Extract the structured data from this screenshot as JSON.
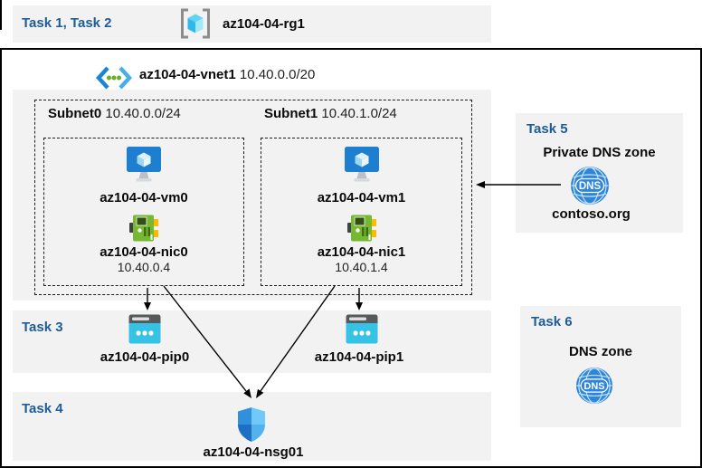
{
  "colors": {
    "task-blue": "#1E5C97",
    "band-gray": "#F2F2F2",
    "azure-blue": "#1E7FD1",
    "cyan": "#35C2E4",
    "nic-green": "#76B832",
    "dns-blue": "#2E86DB"
  },
  "header": {
    "task_label": "Task 1, Task 2",
    "rg_name": "az104-04-rg1"
  },
  "vnet": {
    "name": "az104-04-vnet1",
    "cidr": "10.40.0.0/20"
  },
  "subnets": [
    {
      "name": "Subnet0",
      "cidr": "10.40.0.0/24",
      "vm": "az104-04-vm0",
      "nic": "az104-04-nic0",
      "ip": "10.40.0.4"
    },
    {
      "name": "Subnet1",
      "cidr": "10.40.1.0/24",
      "vm": "az104-04-vm1",
      "nic": "az104-04-nic1",
      "ip": "10.40.1.4"
    }
  ],
  "task3": {
    "label": "Task 3",
    "pip0": "az104-04-pip0",
    "pip1": "az104-04-pip1"
  },
  "task4": {
    "label": "Task 4",
    "nsg": "az104-04-nsg01"
  },
  "task5": {
    "label": "Task 5",
    "title": "Private DNS zone",
    "zone": "contoso.org",
    "dns_icon_text": "DNS"
  },
  "task6": {
    "label": "Task 6",
    "title": "DNS zone",
    "dns_icon_text": "DNS"
  }
}
